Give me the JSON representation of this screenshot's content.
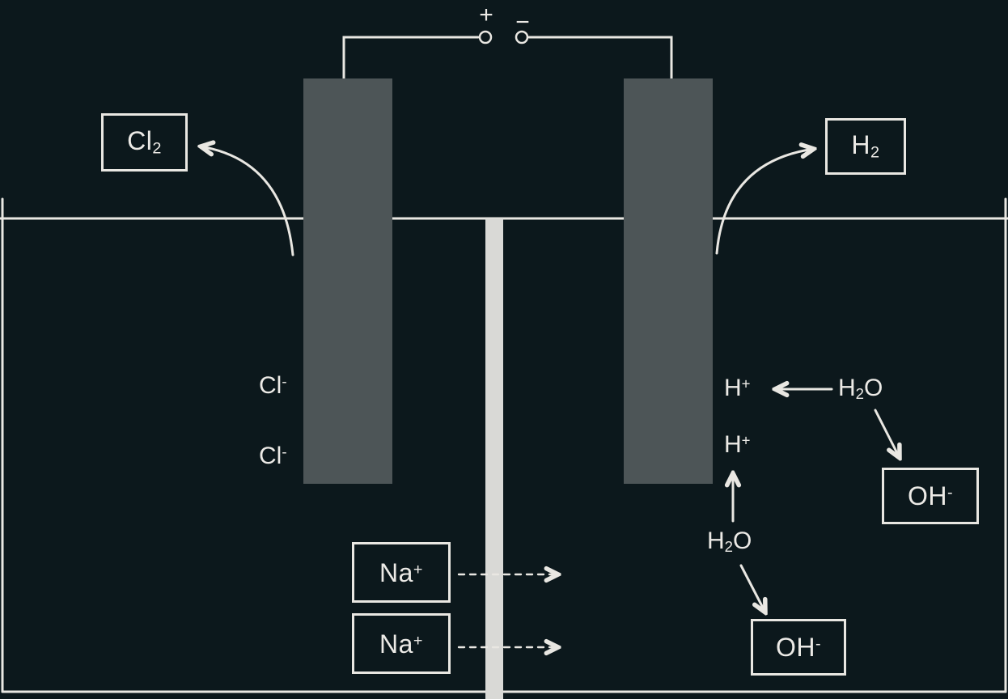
{
  "colors": {
    "background": "#0c181c",
    "line": "#e9e7e2",
    "electrode": "#4d5557",
    "membrane": "#d9d9d6",
    "text": "#eceae6"
  },
  "terminals": {
    "positive": "+",
    "negative": "−"
  },
  "species": {
    "cl2": {
      "pre": "Cl",
      "sub": "2"
    },
    "h2": {
      "pre": "H",
      "sub": "2"
    },
    "cl_minus": {
      "pre": "Cl",
      "sup": "-"
    },
    "na_plus": {
      "pre": "Na",
      "sup": "+"
    },
    "h_plus": {
      "pre": "H",
      "sup": "+"
    },
    "h2o": {
      "pre": "H",
      "sub": "2",
      "post": "O"
    },
    "oh_minus": {
      "pre": "OH",
      "sup": "-"
    }
  }
}
